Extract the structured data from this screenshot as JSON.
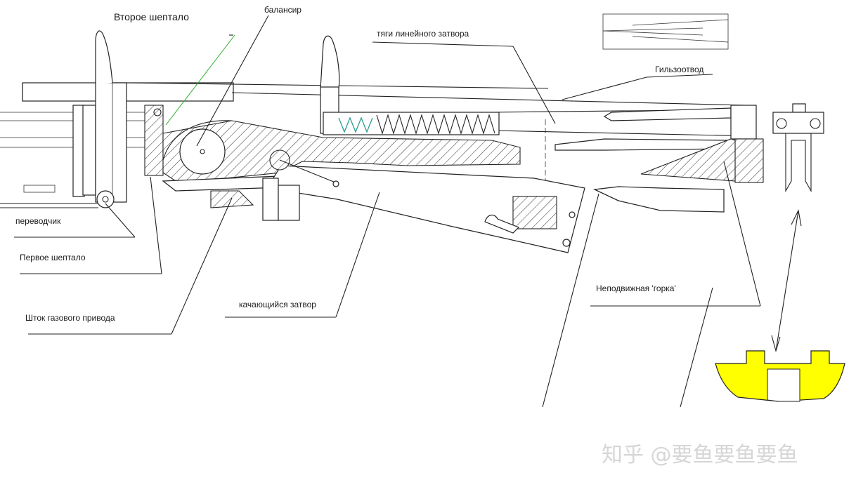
{
  "labels": {
    "second_sear": "Второе шептало",
    "balancer": "балансир",
    "linear_bolt_rods": "тяги линейного затвора",
    "case_deflector": "Гильзоотвод",
    "selector": "переводчик",
    "first_sear": "Первое шептало",
    "gas_piston_rod": "Шток газового привода",
    "swinging_bolt": "качающийся затвор",
    "fixed_ramp": "Неподвижная 'горка'"
  },
  "watermark": "知乎 @要鱼要鱼要鱼",
  "colors": {
    "ink": "#222222",
    "highlight_yellow": "#ffff00",
    "leader_green": "#2eae2e",
    "spring_teal": "#2a9d8f",
    "watermark": "#d6d6d6"
  }
}
